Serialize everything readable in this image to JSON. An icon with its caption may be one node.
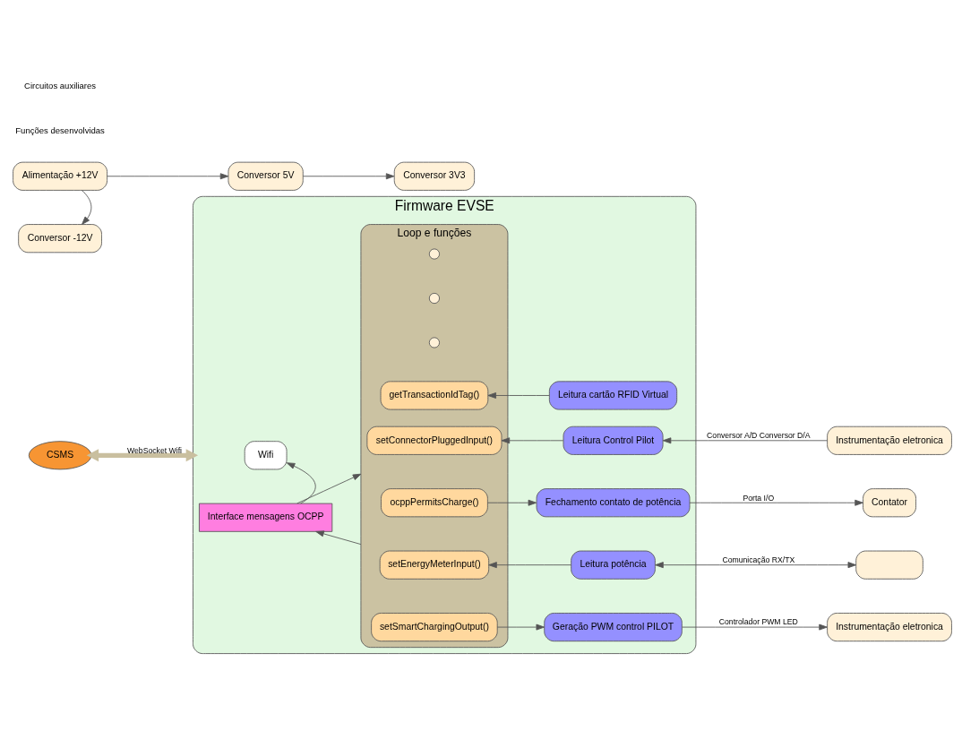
{
  "diagram": {
    "nodes": [
      {
        "text": [
          "CSMS"
        ]
      },
      {
        "text": [
          "Firmware EVSE"
        ]
      },
      {
        "text": [
          "Wifi"
        ],
        "in": 1
      },
      {
        "text": [
          "Interface mensagens OCPP"
        ],
        "in": 1
      },
      {
        "text": [
          "Loop e funções"
        ],
        "in": 1
      },
      {
        "text": [
          "setConnectorPluggedInput()"
        ],
        "in": 4
      },
      {
        "text": [
          "ocppPermitsCharge()"
        ],
        "in": 4
      },
      {
        "text": [
          "setEnergyMeterInput()"
        ],
        "in": 4
      },
      {
        "text": [
          "setSmartChargingOutput()"
        ],
        "in": 4
      },
      {
        "text": [
          "getTransactionIdTag()"
        ],
        "in": 4
      },
      {
        "text": [],
        "shape": "circle",
        "in": 4
      },
      {
        "text": [],
        "shape": "circle",
        "in": 4
      },
      {
        "text": [],
        "shape": "circle",
        "in": 4
      },
      {
        "text": [
          "Leitura Control Pilot"
        ],
        "in": 1
      },
      {
        "text": [
          "Fechamento contato de potência"
        ],
        "in": 1
      },
      {
        "text": [
          "Leitura potência"
        ],
        "in": 1
      },
      {
        "text": [
          "Geração PWM control PILOT"
        ],
        "in": 1
      },
      {
        "text": [
          "Leitura cartão RFID Virtual"
        ],
        "in": 1
      },
      {
        "text": [
          "Instrumentação eletronica"
        ]
      },
      {
        "text": [
          "Contator"
        ]
      },
      {
        "text": [],
        "shape": "box"
      },
      {
        "text": [
          "Instrumentação eletronica"
        ]
      },
      {
        "text": [
          "Conversor -12V"
        ]
      },
      {
        "text": [
          "Alimentação +12V"
        ]
      },
      {
        "text": [
          "Conversor 5V"
        ]
      },
      {
        "text": [
          "Conversor 3V3"
        ]
      }
    ],
    "edges": [
      {
        "from": 0,
        "to": 1,
        "arrow": "both",
        "label": "WebSocket Wifi",
        "style": "thick",
        "color": "#c9bf9f"
      },
      {
        "from": 3,
        "to": 2,
        "arrow": "to"
      },
      {
        "from": 3,
        "to": 4,
        "arrow": "to"
      },
      {
        "from": 4,
        "to": 3,
        "arrow": "to"
      },
      {
        "from": 13,
        "to": 5,
        "arrow": "to"
      },
      {
        "from": 6,
        "to": 14,
        "arrow": "to"
      },
      {
        "from": 15,
        "to": 7,
        "arrow": "to"
      },
      {
        "from": 8,
        "to": 16,
        "arrow": "to"
      },
      {
        "from": 17,
        "to": 9,
        "arrow": "to"
      },
      {
        "from": 18,
        "to": 13,
        "arrow": "to",
        "label": "Conversor A/D Conversor D/A"
      },
      {
        "from": 14,
        "to": 19,
        "arrow": "to",
        "label": "Porta I/O"
      },
      {
        "from": 15,
        "to": 20,
        "arrow": "both",
        "label": "Comunicação RX/TX"
      },
      {
        "from": 16,
        "to": 21,
        "arrow": "to",
        "label": "Controlador PWM LED"
      },
      {
        "from": 23,
        "to": 22,
        "arrow": "to"
      },
      {
        "from": 23,
        "to": 24,
        "arrow": "to"
      },
      {
        "from": 24,
        "to": 25,
        "arrow": "to"
      }
    ],
    "labels": [
      "Funções desenvolvidas",
      "Circuitos auxiliares"
    ]
  }
}
